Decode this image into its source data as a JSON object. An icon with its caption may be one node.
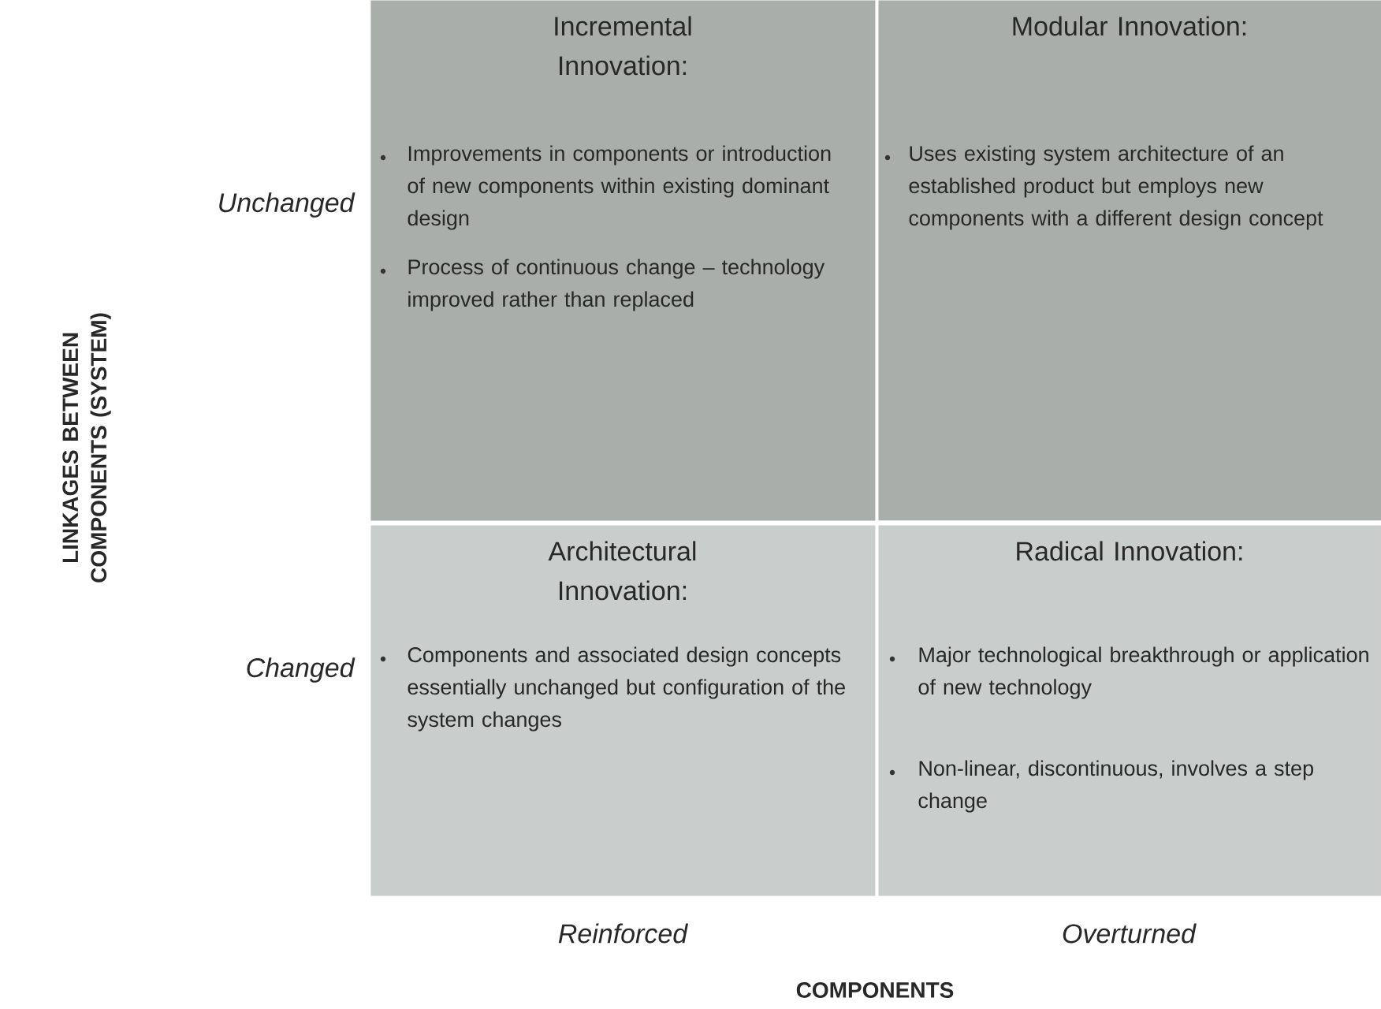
{
  "diagram": {
    "nodes": [
      {
        "text": [
          "Incremental Innovation:",
          "Improvements in components or introduction of new components within existing dominant design",
          "Process of continuous change – technology improved rather than replaced"
        ]
      },
      {
        "text": [
          "Modular Innovation:",
          "Uses existing system architecture of an established product but employs new components with a different design concept"
        ]
      },
      {
        "text": [
          "Architectural Innovation:",
          "Components and associated design concepts essentially unchanged but configuration of the system changes"
        ]
      },
      {
        "text": [
          "Radical Innovation:",
          "Major technological breakthrough or application of new technology",
          "Non-linear, discontinuous, involves a step change"
        ]
      }
    ],
    "labels": [
      "Unchanged",
      "Changed",
      "LINKAGES BETWEEN COMPONENTS (SYSTEM)",
      "Reinforced",
      "Overturned",
      "COMPONENTS"
    ]
  }
}
